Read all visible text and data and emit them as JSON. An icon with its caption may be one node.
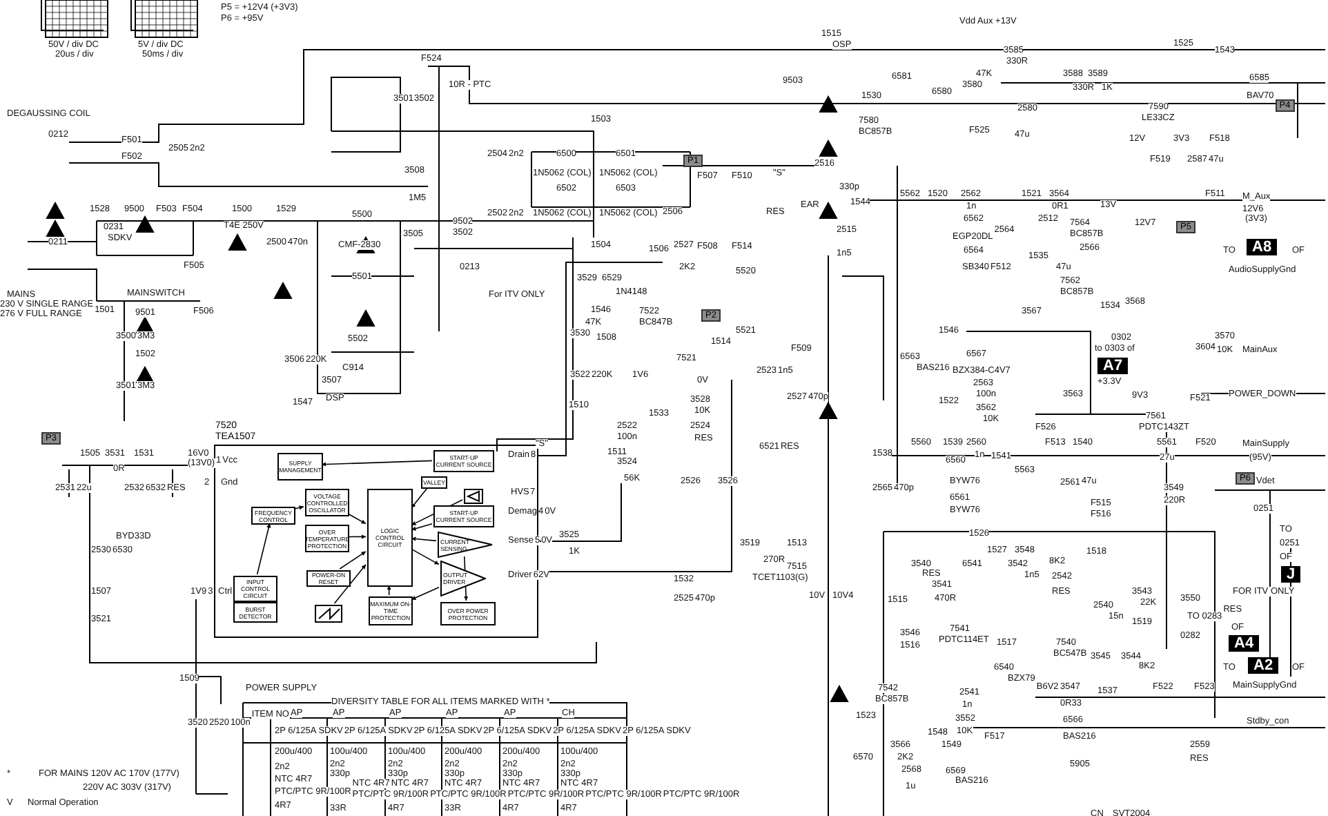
{
  "diagram": {
    "nodes": [
      {
        "text": [
          "7520",
          "TEA1507"
        ]
      },
      {
        "text": [
          "SUPPLY MANAGEMENT"
        ],
        "in": 0
      },
      {
        "text": [
          "START-UP CURRENT SOURCE"
        ],
        "in": 0
      },
      {
        "text": [
          "VALLEY"
        ],
        "in": 0
      },
      {
        "text": [
          "VOLTAGE CONTROLLED OSCILLATOR"
        ],
        "in": 0
      },
      {
        "text": [
          "FREQUENCY CONTROL"
        ],
        "in": 0
      },
      {
        "text": [
          "LOGIC CONTROL CIRCUIT"
        ],
        "in": 0
      },
      {
        "text": [
          "OVER TEMPERATURE PROTECTION"
        ],
        "in": 0
      },
      {
        "text": [
          "START-UP CURRENT SOURCE"
        ],
        "in": 0
      },
      {
        "text": [
          "CURRENT SENSING"
        ],
        "in": 0
      },
      {
        "text": [
          "OUTPUT DRIVER"
        ],
        "in": 0
      },
      {
        "text": [
          "POWER-ON RESET"
        ],
        "in": 0
      },
      {
        "text": [
          "MAXIMUM ON-TIME PROTECTION"
        ],
        "in": 0
      },
      {
        "text": [
          "INPUT CONTROL CIRCUIT"
        ],
        "in": 0
      },
      {
        "text": [
          "BURST DETECTOR"
        ],
        "in": 0
      },
      {
        "text": [
          "OVER POWER PROTECTION"
        ],
        "in": 0
      },
      {
        "text": [],
        "shape": "box",
        "in": 0
      },
      {
        "text": [],
        "shape": "box",
        "in": 0
      }
    ],
    "edges": [
      {
        "from": 2,
        "to": 1,
        "arrow": "to"
      },
      {
        "from": 3,
        "to": 6,
        "arrow": "to"
      },
      {
        "from": 4,
        "to": 6,
        "arrow": "to"
      },
      {
        "from": 5,
        "to": 4,
        "arrow": "to"
      },
      {
        "from": 7,
        "to": 6,
        "arrow": "to"
      },
      {
        "from": 8,
        "to": 6,
        "arrow": "to"
      },
      {
        "from": 9,
        "to": 6,
        "arrow": "to"
      },
      {
        "from": 6,
        "to": 10,
        "arrow": "to"
      },
      {
        "from": 11,
        "to": 6,
        "arrow": "to"
      },
      {
        "from": 12,
        "to": 6,
        "arrow": "to"
      },
      {
        "from": 10,
        "to": 12,
        "arrow": "to"
      },
      {
        "from": 13,
        "to": 5,
        "arrow": "to"
      },
      {
        "from": 16,
        "to": 6,
        "arrow": "to"
      },
      {
        "from": 9,
        "to": 15,
        "arrow": "to"
      },
      {
        "from": 17,
        "to": 6,
        "arrow": "to"
      }
    ],
    "labels": [
      "50V / div DC",
      "20us / div",
      "5V / div DC",
      "50ms / div",
      "P5 = +12V4 (+3V3)",
      "P6 = +95V",
      "DEGAUSSING COIL",
      "0212",
      "F501",
      "F502",
      "2505",
      "2n2",
      "F524",
      "3501",
      "3502",
      "10R - PTC",
      "1503",
      "6500",
      "6501",
      "1N5062 (COL)",
      "1N5062 (COL)",
      "6502",
      "6503",
      "1N5062 (COL)",
      "1N5062 (COL)",
      "2504",
      "2n2",
      "2502",
      "2n2",
      "3508",
      "1M5",
      "1528",
      "9500",
      "F503",
      "F504",
      "1500",
      "T4E 250V",
      "1529",
      "0231",
      "SDKV",
      "0211",
      "F505",
      "2500",
      "470n",
      "5500",
      "CMF-2830",
      "3505",
      "9502",
      "3502",
      "0213",
      "1504",
      "MAINS",
      "MAINSWITCH",
      "230 V SINGLE RANGE",
      "276 V FULL RANGE",
      "1501",
      "9501",
      "F506",
      "5501",
      "For ITV ONLY",
      "3500",
      "3M3",
      "1502",
      "3501",
      "3M3",
      "5502",
      "C914",
      "3506",
      "220K",
      "3507",
      "DSP",
      "1547",
      "P3",
      "1505",
      "3531",
      "0R",
      "1531",
      "16V0",
      "(13V0)",
      "2531",
      "22u",
      "2532",
      "6532",
      "RES",
      "1",
      "Vcc",
      "2",
      "Gnd",
      "Drain",
      "8",
      "\"S\"",
      "HVS",
      "7",
      "Demag",
      "4",
      "0V",
      "Sense",
      "5",
      "0V",
      "Driver",
      "6",
      "2V",
      "1V9",
      "3",
      "Ctrl",
      "2530",
      "6530",
      "BYD33D",
      "1507",
      "3521",
      "1509",
      "3520",
      "2520",
      "100n",
      "*",
      "FOR MAINS  120V AC 170V (177V)",
      "220V AC 303V (317V)",
      "V",
      "Normal Operation",
      "POWER SUPPLY",
      "DIVERSITY TABLE FOR ALL ITEMS MARKED WITH *",
      "ITEM NO",
      "AP",
      "2P 6/125A SDKV",
      "200u/400",
      "2n2",
      "NTC 4R7",
      "PTC/PTC 9R/100R",
      "4R7",
      "AP",
      "2P 6/125A SDKV",
      "100u/400",
      "2n2",
      "330p",
      "NTC 4R7",
      "PTC/PTC 9R/100R",
      "33R",
      "AP",
      "2P 6/125A SDKV",
      "100u/400",
      "2n2",
      "330p",
      "NTC 4R7",
      "PTC/PTC 9R/100R",
      "4R7",
      "AP",
      "2P 6/125A SDKV",
      "200u/400",
      "2n2",
      "330p",
      "NTC 4R7",
      "PTC/PTC 9R/100R",
      "33R",
      "AP",
      "2P 6/125A SDKV",
      "200u/400",
      "2n2",
      "330p",
      "NTC 4R7",
      "PTC/PTC 9R/100R",
      "4R7",
      "CH",
      "2P 6/125A SDKV",
      "100u/400",
      "2n2",
      "330p",
      "NTC 4R7",
      "PTC/PTC 9R/100R",
      "4R7",
      "1506",
      "3529",
      "6529",
      "1N4148",
      "1546",
      "7522",
      "BC847B",
      "3530",
      "47K",
      "1508",
      "3522",
      "220K",
      "1510",
      "2522",
      "100n",
      "1511",
      "3524",
      "56K",
      "3525",
      "1K",
      "P2",
      "5521",
      "1514",
      "7521",
      "1V6",
      "0V",
      "1533",
      "3528",
      "10K",
      "2524",
      "RES",
      "2526",
      "3526",
      "2523",
      "1n5",
      "6521",
      "RES",
      "F509",
      "2527",
      "470p",
      "1532",
      "2525",
      "470p",
      "3519",
      "1513",
      "270R",
      "7515",
      "TCET1103(G)",
      "10V",
      "10V4",
      "P1",
      "F507",
      "F510",
      "\"S\"",
      "2506",
      "2527",
      "F508",
      "F514",
      "2K2",
      "5520",
      "RES",
      "1515",
      "OSP",
      "9503",
      "1530",
      "7580",
      "BC857B",
      "6581",
      "6580",
      "3580",
      "47K",
      "Vdd Aux +13V",
      "3585",
      "330R",
      "F525",
      "2580",
      "47u",
      "2516",
      "330p",
      "EAR",
      "2515",
      "1n5",
      "1544",
      "5562",
      "1520",
      "2562",
      "1n",
      "6562",
      "EGP20DL",
      "6564",
      "SB340",
      "F512",
      "2564",
      "2512",
      "1521",
      "3564",
      "0R1",
      "7564",
      "BC857B",
      "2566",
      "47u",
      "1535",
      "13V",
      "12V7",
      "F511",
      "M_Aux",
      "12V6",
      "(3V3)",
      "P5",
      "1525",
      "1543",
      "3588",
      "330R",
      "3589",
      "1K",
      "6585",
      "BAV70",
      "7590",
      "LE33CZ",
      "12V",
      "3V3",
      "F519",
      "2587",
      "47u",
      "F518",
      "P4",
      "TO",
      "A8",
      "OF",
      "AudioSupplyGnd",
      "7562",
      "BC857B",
      "3567",
      "1534",
      "3568",
      "0302",
      "to 0303 of",
      "A7",
      "+3.3V",
      "3563",
      "6567",
      "BZX384-C4V7",
      "2563",
      "100n",
      "3562",
      "10K",
      "6563",
      "BAS216",
      "1546",
      "1522",
      "F526",
      "7561",
      "PDTC143ZT",
      "9V3",
      "F521",
      "POWER_DOWN",
      "3604",
      "3570",
      "10K",
      "MainAux",
      "1538",
      "2565",
      "470p",
      "5560",
      "1539",
      "2560",
      "1n",
      "6560",
      "BYW76",
      "1541",
      "5563",
      "6561",
      "BYW76",
      "F513",
      "1540",
      "2561",
      "47u",
      "F515",
      "F516",
      "5561",
      "27u",
      "F520",
      "MainSupply",
      "(95V)",
      "P6",
      "3549",
      "220R",
      "Vdet",
      "0251",
      "TO",
      "0251",
      "OF",
      "J",
      "FOR ITV ONLY",
      "1526",
      "1527",
      "3548",
      "8K2",
      "1518",
      "3540",
      "RES",
      "6541",
      "3541",
      "1515",
      "470R",
      "3546",
      "1516",
      "7541",
      "PDTC114ET",
      "1517",
      "3542",
      "1n5",
      "2542",
      "RES",
      "7540",
      "BC547B",
      "2540",
      "15n",
      "1519",
      "3543",
      "22K",
      "6540",
      "3545",
      "3544",
      "8K2",
      "BZX79",
      "B6V2",
      "3547",
      "0R33",
      "1537",
      "F522",
      "F523",
      "0282",
      "TO 0283",
      "OF",
      "A4",
      "TO",
      "A2",
      "OF",
      "MainSupplyGnd",
      "3550",
      "RES",
      "7542",
      "BC857B",
      "1523",
      "6570",
      "3566",
      "2K2",
      "2568",
      "1u",
      "2541",
      "1n",
      "3552",
      "10K",
      "F517",
      "1548",
      "1549",
      "6569",
      "BAS216",
      "6566",
      "BAS216",
      "5905",
      "Stdby_con",
      "2559",
      "RES",
      "CN",
      "SVT2004"
    ]
  }
}
